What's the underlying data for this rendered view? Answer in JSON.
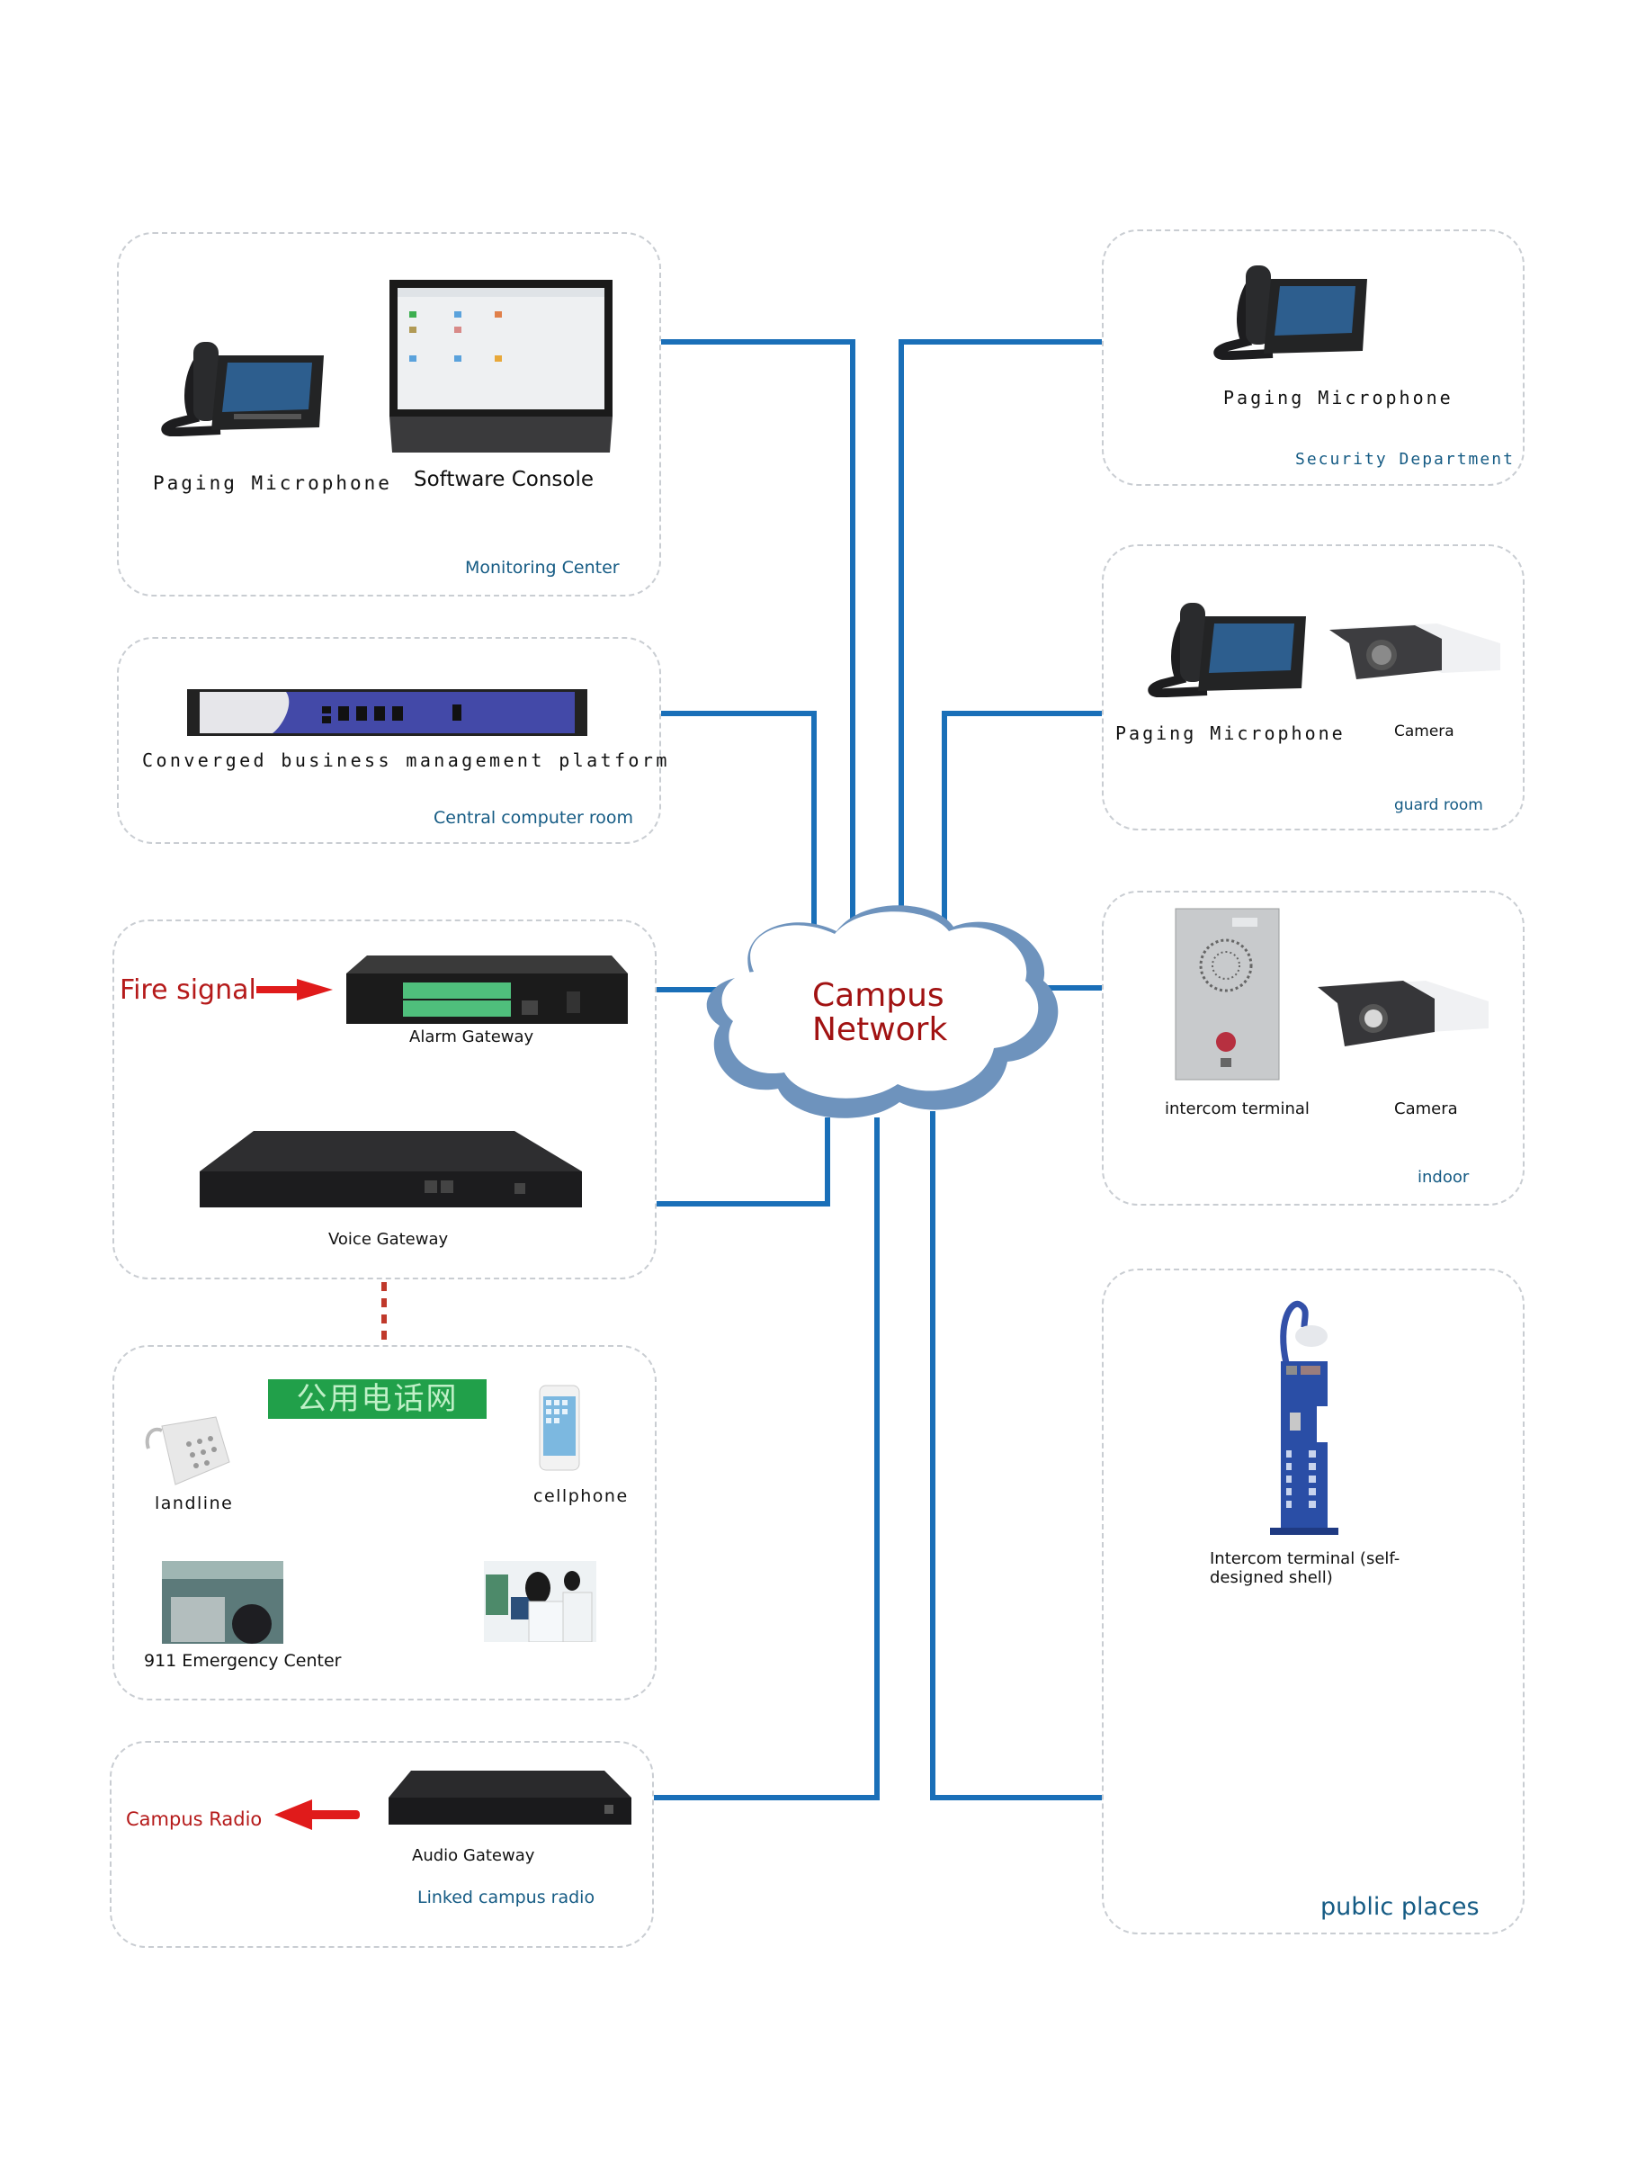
{
  "diagram": {
    "center": {
      "title_line1": "Campus",
      "title_line2": "Network"
    },
    "colors": {
      "network_line": "#1a6fb8",
      "pstn_line": "#c0392b",
      "location_text": "#155b84",
      "alert_text": "#b51a1a",
      "pstn_box": "#21a04a"
    },
    "left_panels": [
      {
        "location": "Monitoring Center",
        "devices": [
          {
            "label": "Paging Microphone",
            "icon": "desk-phone-icon"
          },
          {
            "label": "Software Console",
            "icon": "monitor-icon"
          }
        ]
      },
      {
        "location": "Central computer room",
        "devices": [
          {
            "label": "Converged business management platform",
            "icon": "rack-server-icon"
          }
        ]
      },
      {
        "location": "",
        "input_label": "Fire signal",
        "devices": [
          {
            "label": "Alarm Gateway",
            "icon": "alarm-gateway-icon"
          },
          {
            "label": "Voice Gateway",
            "icon": "voice-gateway-icon"
          }
        ]
      },
      {
        "location": "",
        "pstn_label": "公用电话网",
        "devices": [
          {
            "label": "landline",
            "icon": "landline-phone-icon"
          },
          {
            "label": "cellphone",
            "icon": "cellphone-icon"
          },
          {
            "label": "911 Emergency Center",
            "icon": "emergency-center-photo"
          },
          {
            "label": "",
            "icon": "call-center-photo"
          }
        ]
      },
      {
        "location": "Linked campus radio",
        "output_label": "Campus Radio",
        "devices": [
          {
            "label": "Audio Gateway",
            "icon": "audio-gateway-icon"
          }
        ]
      }
    ],
    "right_panels": [
      {
        "location": "Security Department",
        "devices": [
          {
            "label": "Paging Microphone",
            "icon": "desk-phone-icon"
          }
        ]
      },
      {
        "location": "guard room",
        "devices": [
          {
            "label": "Paging Microphone",
            "icon": "desk-phone-icon"
          },
          {
            "label": "Camera",
            "icon": "camera-icon"
          }
        ]
      },
      {
        "location": "indoor",
        "devices": [
          {
            "label": "intercom terminal",
            "icon": "intercom-panel-icon"
          },
          {
            "label": "Camera",
            "icon": "camera-icon"
          }
        ]
      },
      {
        "location": "public places",
        "devices": [
          {
            "label": "Intercom terminal (self-designed shell)",
            "icon": "intercom-pillar-icon"
          }
        ]
      }
    ]
  }
}
